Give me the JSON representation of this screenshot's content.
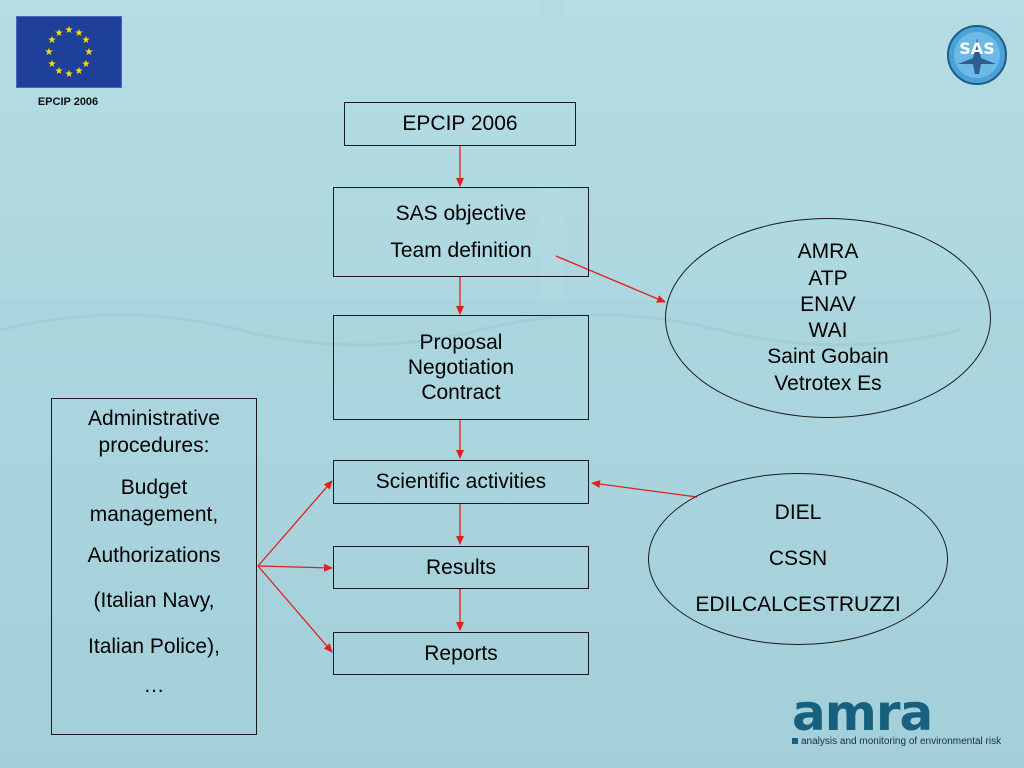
{
  "header": {
    "eu_label": "EPCIP 2006",
    "sas_logo_text": "SAS"
  },
  "flow": {
    "box1": {
      "lines": [
        "EPCIP 2006"
      ]
    },
    "box2": {
      "lines": [
        "SAS objective",
        "Team definition"
      ]
    },
    "box3": {
      "lines": [
        "Proposal",
        "Negotiation",
        "Contract"
      ]
    },
    "box4": {
      "lines": [
        "Scientific activities"
      ]
    },
    "box5": {
      "lines": [
        "Results"
      ]
    },
    "box6": {
      "lines": [
        "Reports"
      ]
    }
  },
  "partners": {
    "team": [
      "AMRA",
      "ATP",
      "ENAV",
      "WAI",
      "Saint Gobain",
      "Vetrotex Es"
    ],
    "subcontractors": [
      "DIEL",
      "CSSN",
      "EDILCALCESTRUZZI"
    ]
  },
  "admin": {
    "lines": [
      "Administrative",
      "procedures:",
      "Budget",
      "management,",
      "Authorizations",
      "(Italian Navy,",
      "Italian Police),",
      "…"
    ]
  },
  "footer": {
    "amra_word": "amra",
    "amra_tagline": "analysis and monitoring of environmental risk"
  },
  "colors": {
    "arrow": "#e02020",
    "box_border": "#1a1a1a",
    "eu_blue": "#1e3f9a",
    "eu_star": "#ffdd00",
    "amra_teal": "#17607e"
  }
}
